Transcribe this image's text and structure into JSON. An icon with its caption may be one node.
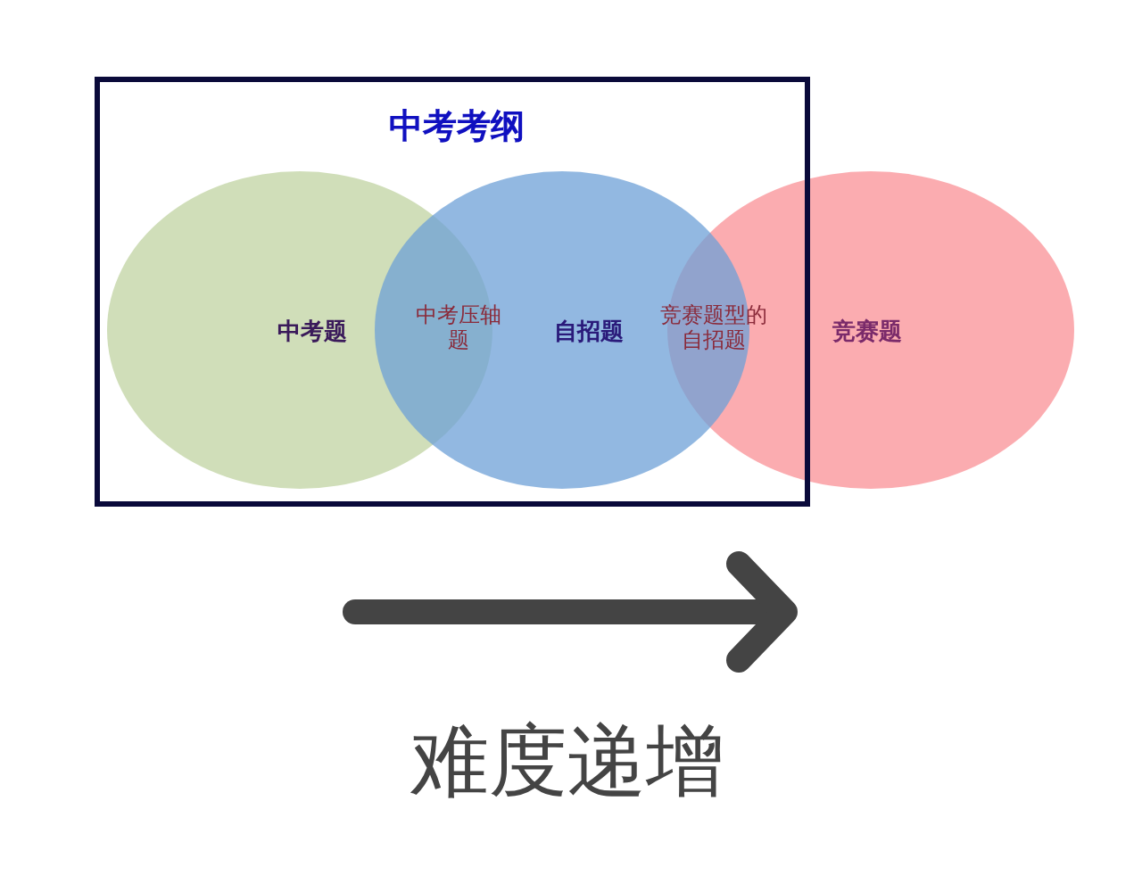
{
  "diagram": {
    "nodes": [
      {
        "text": [
          "中考考纲"
        ]
      },
      {
        "text": [
          "中考题"
        ],
        "in": 0
      },
      {
        "text": [
          "自招题"
        ],
        "in": 0
      },
      {
        "text": [
          "竞赛题"
        ]
      }
    ],
    "labels": [
      "中考压轴题",
      "竞赛题型的自招题",
      "难度递增"
    ]
  }
}
